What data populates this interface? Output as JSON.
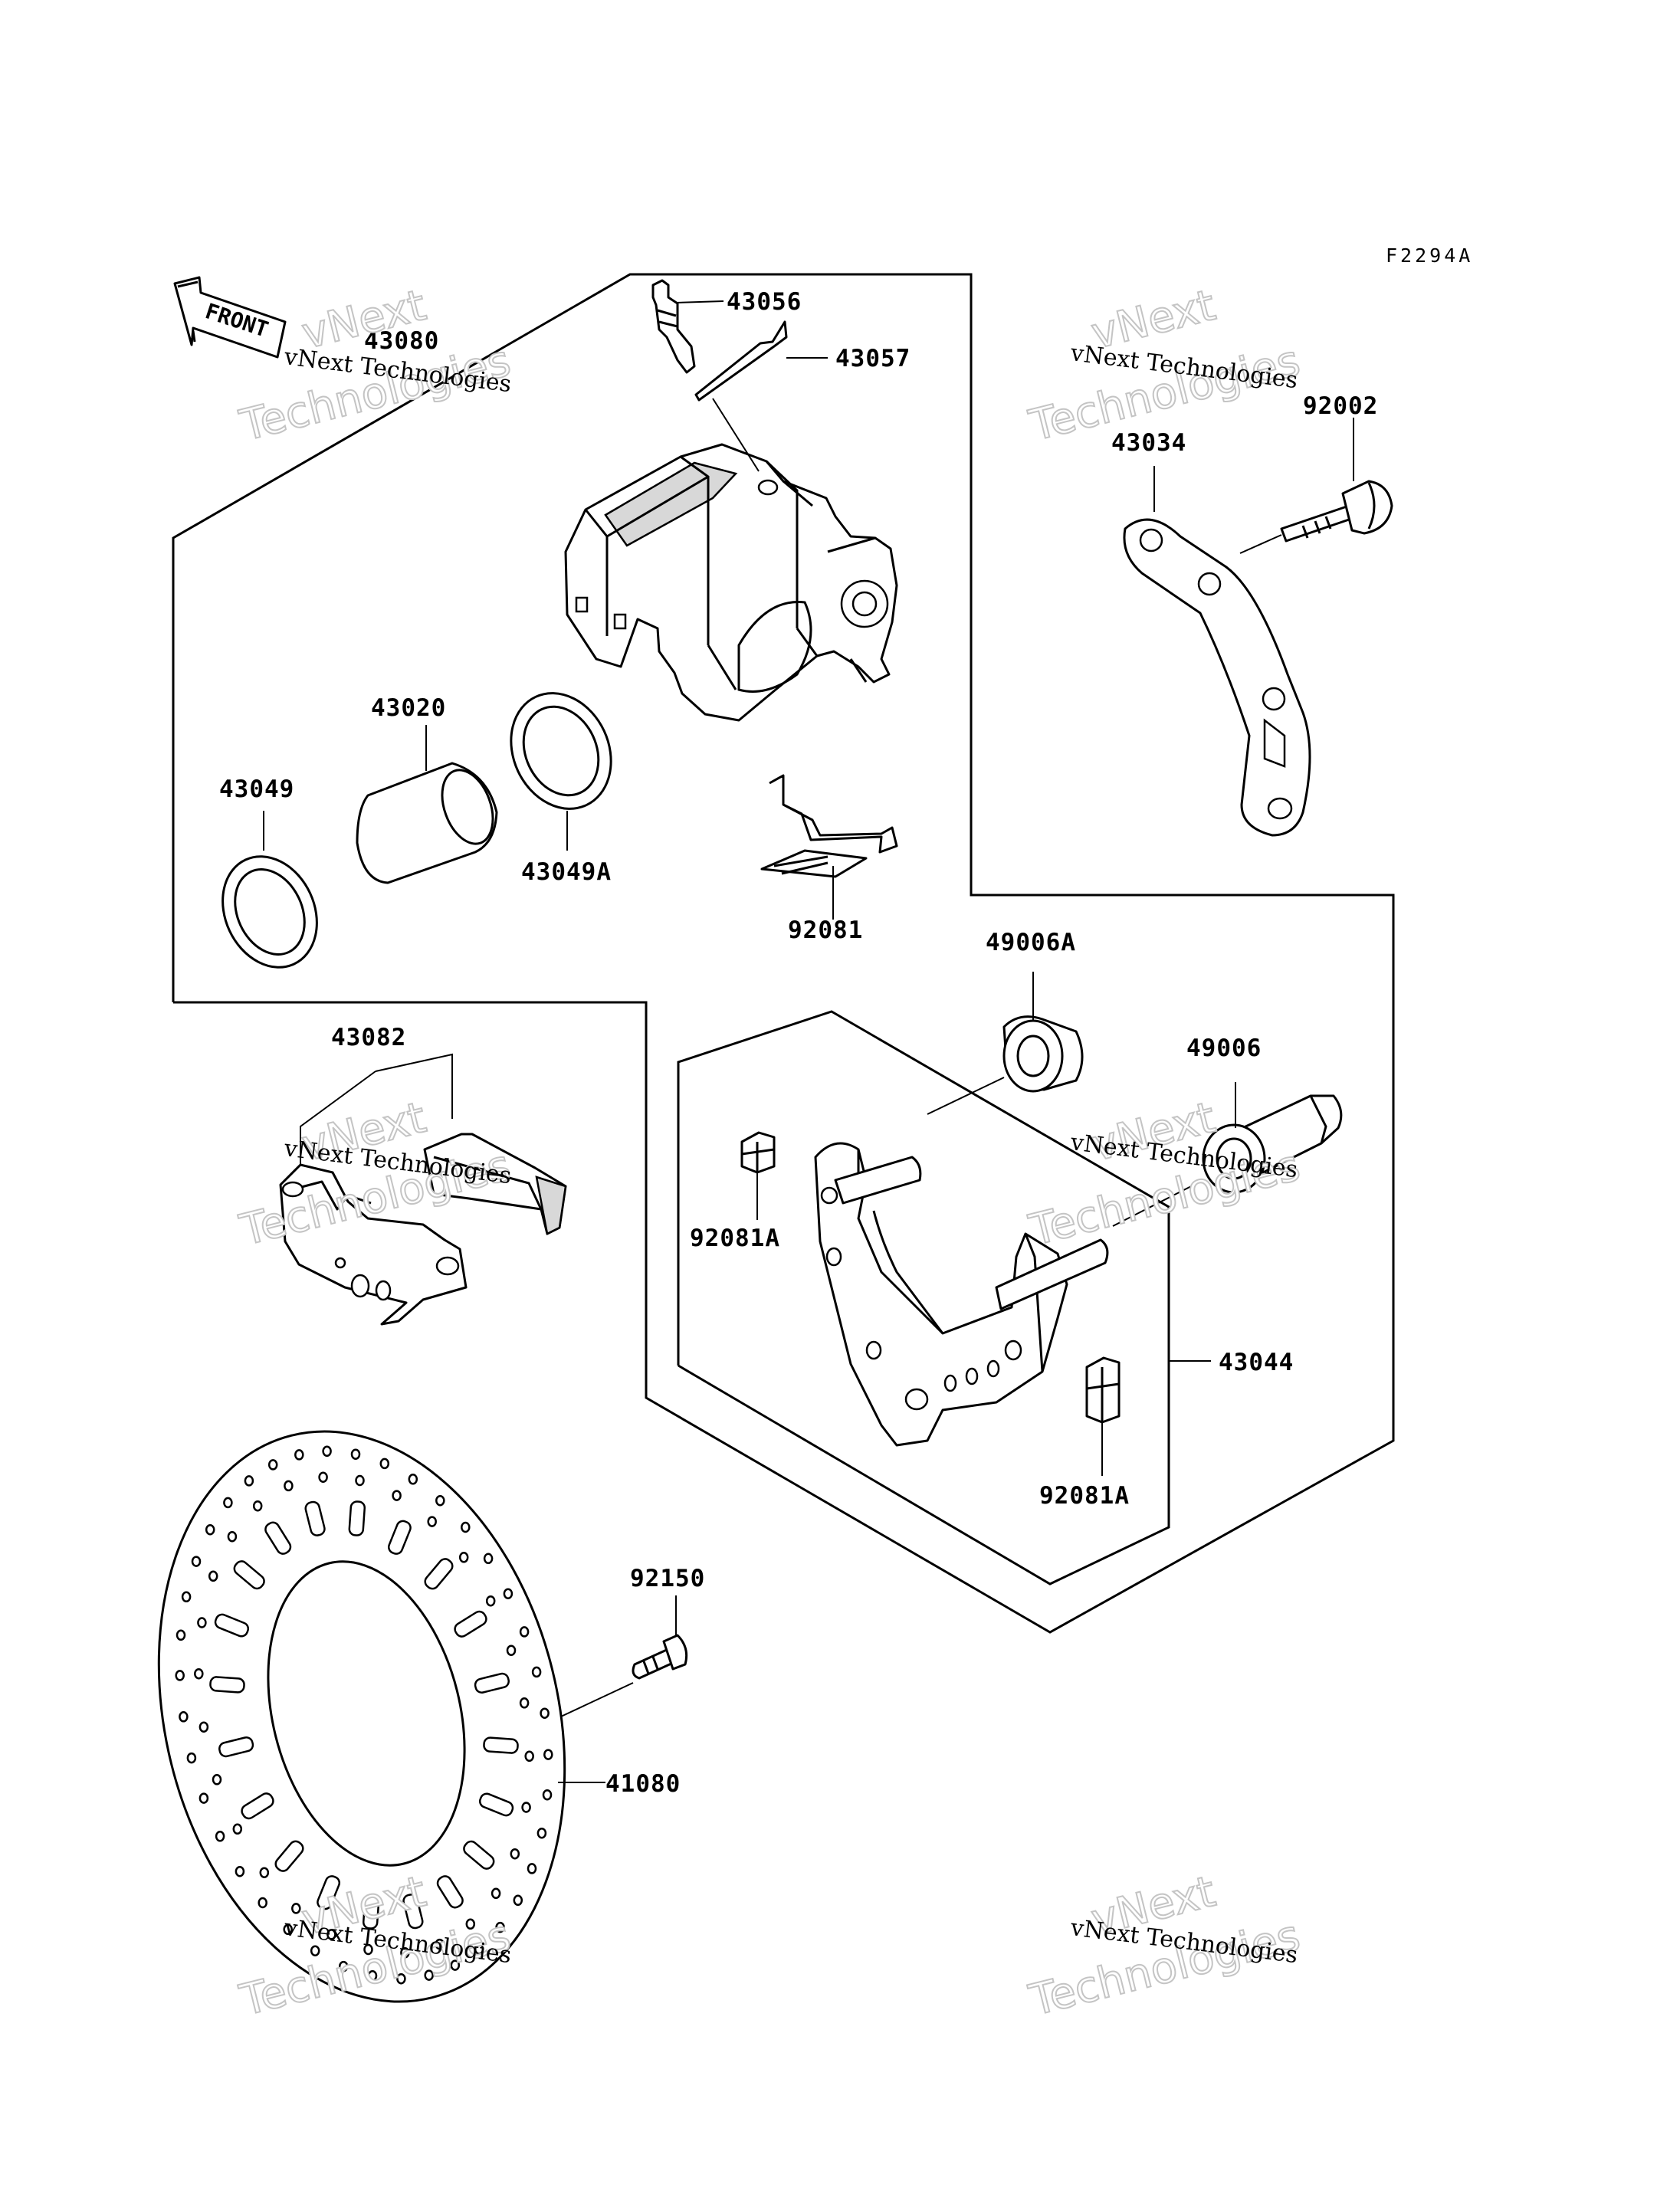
{
  "diagram_code": "F2294A",
  "front_arrow_label": "FRONT",
  "parts": {
    "p43080": "43080",
    "p43056": "43056",
    "p43057": "43057",
    "p92002": "92002",
    "p43034": "43034",
    "p43020": "43020",
    "p43049": "43049",
    "p43049A": "43049A",
    "p92081": "92081",
    "p49006A": "49006A",
    "p49006": "49006",
    "p43082": "43082",
    "p92081A_left": "92081A",
    "p43044": "43044",
    "p92081A_right": "92081A",
    "p92150": "92150",
    "p41080": "41080"
  },
  "watermark": {
    "line1": "vNext Technologies",
    "brand": "vNext",
    "word": "Technologies"
  }
}
